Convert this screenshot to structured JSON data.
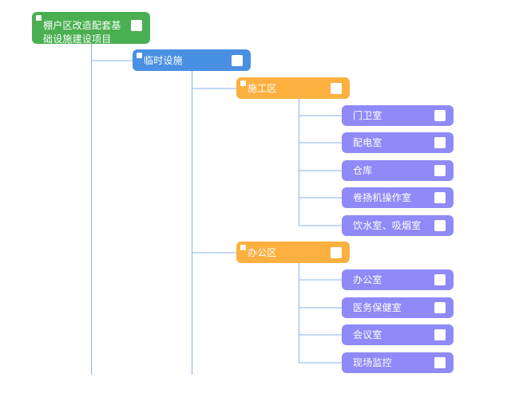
{
  "diagram": {
    "type": "mindmap-tree",
    "title": "棚户区改造配套基础设施建设项目",
    "colors": {
      "root": "#4aaf50",
      "level1": "#4a90e2",
      "level2": "#fbb040",
      "leaf": "#8f8af7",
      "connector": "#8ab0ef",
      "background": "#ffffff",
      "checkbox": "#ffffff"
    },
    "nodes": {
      "root": {
        "label": "棚户区改造配套基础设施建设项目",
        "level": "root"
      },
      "level1": {
        "label": "临时设施",
        "level": "level1"
      },
      "branch_construction": {
        "label": "施工区",
        "level": "level2"
      },
      "branch_office": {
        "label": "办公区",
        "level": "level2"
      }
    },
    "construction_children": [
      {
        "label": "门卫室"
      },
      {
        "label": "配电室"
      },
      {
        "label": "仓库"
      },
      {
        "label": "卷扬机操作室"
      },
      {
        "label": "饮水室、吸烟室"
      }
    ],
    "office_children": [
      {
        "label": "办公室"
      },
      {
        "label": "医务保健室"
      },
      {
        "label": "会议室"
      },
      {
        "label": "现场监控"
      }
    ]
  }
}
